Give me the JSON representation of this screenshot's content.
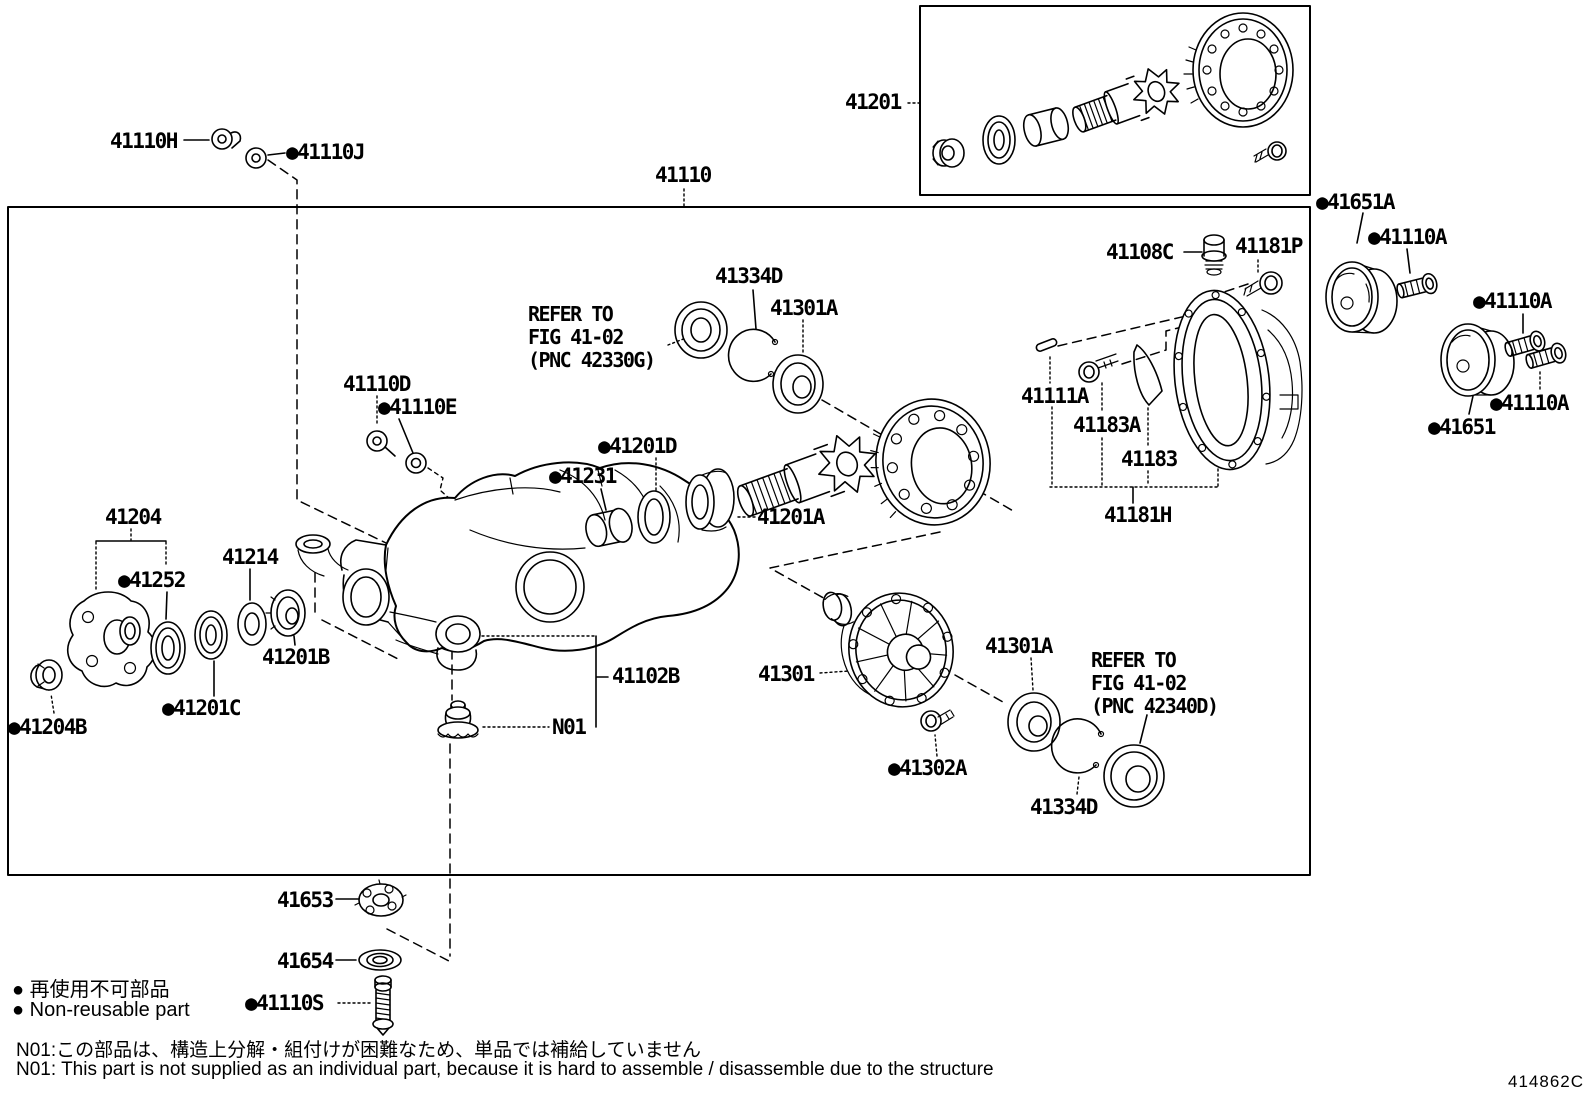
{
  "labels": [
    {
      "part": "41110H",
      "text": "41110H"
    },
    {
      "part": "41110J",
      "text": "●41110J"
    },
    {
      "part": "41110",
      "text": "41110"
    },
    {
      "part": "41201",
      "text": "41201"
    },
    {
      "part": "41651A",
      "text": "●41651A"
    },
    {
      "part": "41110A-1",
      "text": "●41110A"
    },
    {
      "part": "41110A-2",
      "text": "●41110A"
    },
    {
      "part": "41110A-3",
      "text": "●41110A"
    },
    {
      "part": "41651",
      "text": "●41651"
    },
    {
      "part": "41108C",
      "text": "41108C"
    },
    {
      "part": "41181P",
      "text": "41181P"
    },
    {
      "part": "41111A",
      "text": "41111A"
    },
    {
      "part": "41183A",
      "text": "41183A"
    },
    {
      "part": "41183",
      "text": "41183"
    },
    {
      "part": "41181H",
      "text": "41181H"
    },
    {
      "part": "41334D-top",
      "text": "41334D"
    },
    {
      "part": "41301A-top",
      "text": "41301A"
    },
    {
      "part": "41110D",
      "text": "41110D"
    },
    {
      "part": "41110E",
      "text": "●41110E"
    },
    {
      "part": "41201D",
      "text": "●41201D"
    },
    {
      "part": "41231",
      "text": "●41231"
    },
    {
      "part": "41201A",
      "text": "41201A"
    },
    {
      "part": "41204",
      "text": "41204"
    },
    {
      "part": "41252",
      "text": "●41252"
    },
    {
      "part": "41214",
      "text": "41214"
    },
    {
      "part": "41201B",
      "text": "41201B"
    },
    {
      "part": "41201C",
      "text": "●41201C"
    },
    {
      "part": "41204B",
      "text": "●41204B"
    },
    {
      "part": "41102B",
      "text": "41102B"
    },
    {
      "part": "N01",
      "text": "N01"
    },
    {
      "part": "41301",
      "text": "41301"
    },
    {
      "part": "41302A",
      "text": "●41302A"
    },
    {
      "part": "41301A-bottom",
      "text": "41301A"
    },
    {
      "part": "41334D-bottom",
      "text": "41334D"
    },
    {
      "part": "41653",
      "text": "41653"
    },
    {
      "part": "41654",
      "text": "41654"
    },
    {
      "part": "41110S",
      "text": "●41110S"
    }
  ],
  "refer": [
    "REFER TO\nFIG 41-02\n(PNC 42330G)",
    "REFER TO\nFIG 41-02\n(PNC 42340D)"
  ],
  "legend": {
    "ja": "● 再使用不可部品",
    "en": "● Non-reusable part"
  },
  "notes": {
    "ja": "N01:この部品は、構造上分解・組付けが困難なため、単品では補給していません",
    "en": "N01: This part is not supplied as an individual part, because it is hard to assemble / disassemble due to the structure"
  },
  "doc_code": "414862C"
}
